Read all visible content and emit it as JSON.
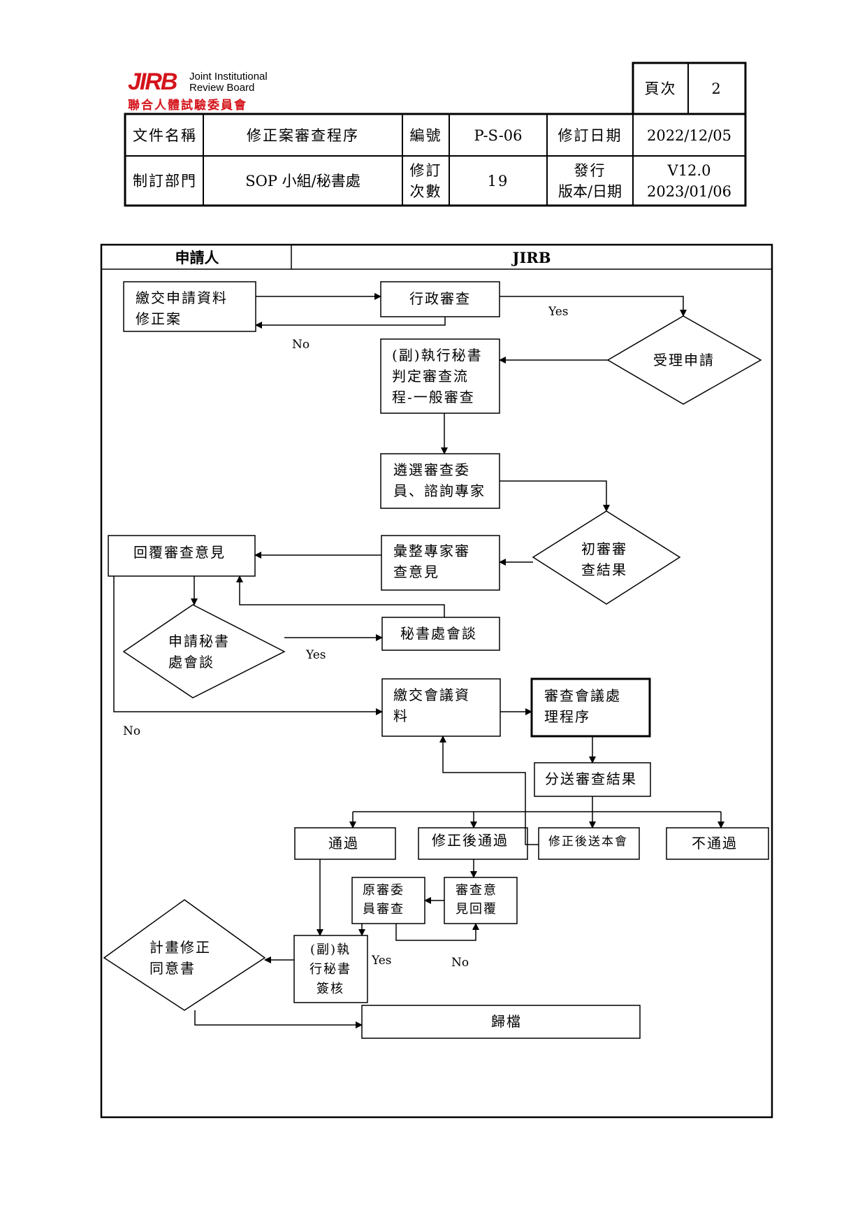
{
  "logo": {
    "mark": "JIRB",
    "en_line1": "Joint Institutional",
    "en_line2": "Review Board",
    "zh": "聯合人體試驗委員會"
  },
  "header": {
    "page_label": "頁次",
    "page_value": "2",
    "doc_name_label": "文件名稱",
    "doc_name_value": "修正案審查程序",
    "number_label": "編號",
    "number_value": "P-S-06",
    "revision_date_label": "修訂日期",
    "revision_date_value": "2022/12/05",
    "dept_label": "制訂部門",
    "dept_value": "SOP 小組/秘書處",
    "revision_count_label": [
      "修訂",
      "次數"
    ],
    "revision_count_value": "19",
    "version_label": [
      "發行",
      "版本/日期"
    ],
    "version_value": [
      "V12.0",
      "2023/01/06"
    ]
  },
  "lanes": {
    "applicant": "申請人",
    "jirb": "JIRB"
  },
  "nodes": {
    "submit_amendment": [
      "繳交申請資料",
      "修正案"
    ],
    "admin_review": [
      "行政審查"
    ],
    "accept_application": [
      "受理申請"
    ],
    "exec_secretary_decide": [
      "(副)執行秘書",
      "判定審查流",
      "程-一般審查"
    ],
    "select_reviewers": [
      "遴選審查委",
      "員、諮詢專家"
    ],
    "initial_review_result": [
      "初審審",
      "查結果"
    ],
    "compile_opinions": [
      "彙整專家審",
      "查意見"
    ],
    "reply_opinions": [
      "回覆審查意見"
    ],
    "request_secretariat_meeting": [
      "申請秘書",
      "處會談"
    ],
    "secretariat_meeting": [
      "秘書處會談"
    ],
    "submit_meeting_materials": [
      "繳交會議資",
      "料"
    ],
    "meeting_review_process": [
      "審查會議處",
      "理程序"
    ],
    "distribute_results": [
      "分送審查結果"
    ],
    "approved": [
      "通過"
    ],
    "approved_after_revision": [
      "修正後通過"
    ],
    "resubmit_after_revision": [
      "修正後送本會"
    ],
    "not_approved": [
      "不通過"
    ],
    "original_reviewer": [
      "原審委",
      "員審查"
    ],
    "review_opinion_reply": [
      "審查意",
      "見回覆"
    ],
    "exec_secretary_sign": [
      "(副)執",
      "行秘書",
      "簽核"
    ],
    "plan_amendment_consent": [
      "計畫修正",
      "同意書"
    ],
    "archive": [
      "歸檔"
    ]
  },
  "edge_labels": {
    "yes_admin": "Yes",
    "no_admin": "No",
    "yes_meeting": "Yes",
    "no_meeting": "No",
    "yes_sign": "Yes",
    "no_sign": "No"
  }
}
